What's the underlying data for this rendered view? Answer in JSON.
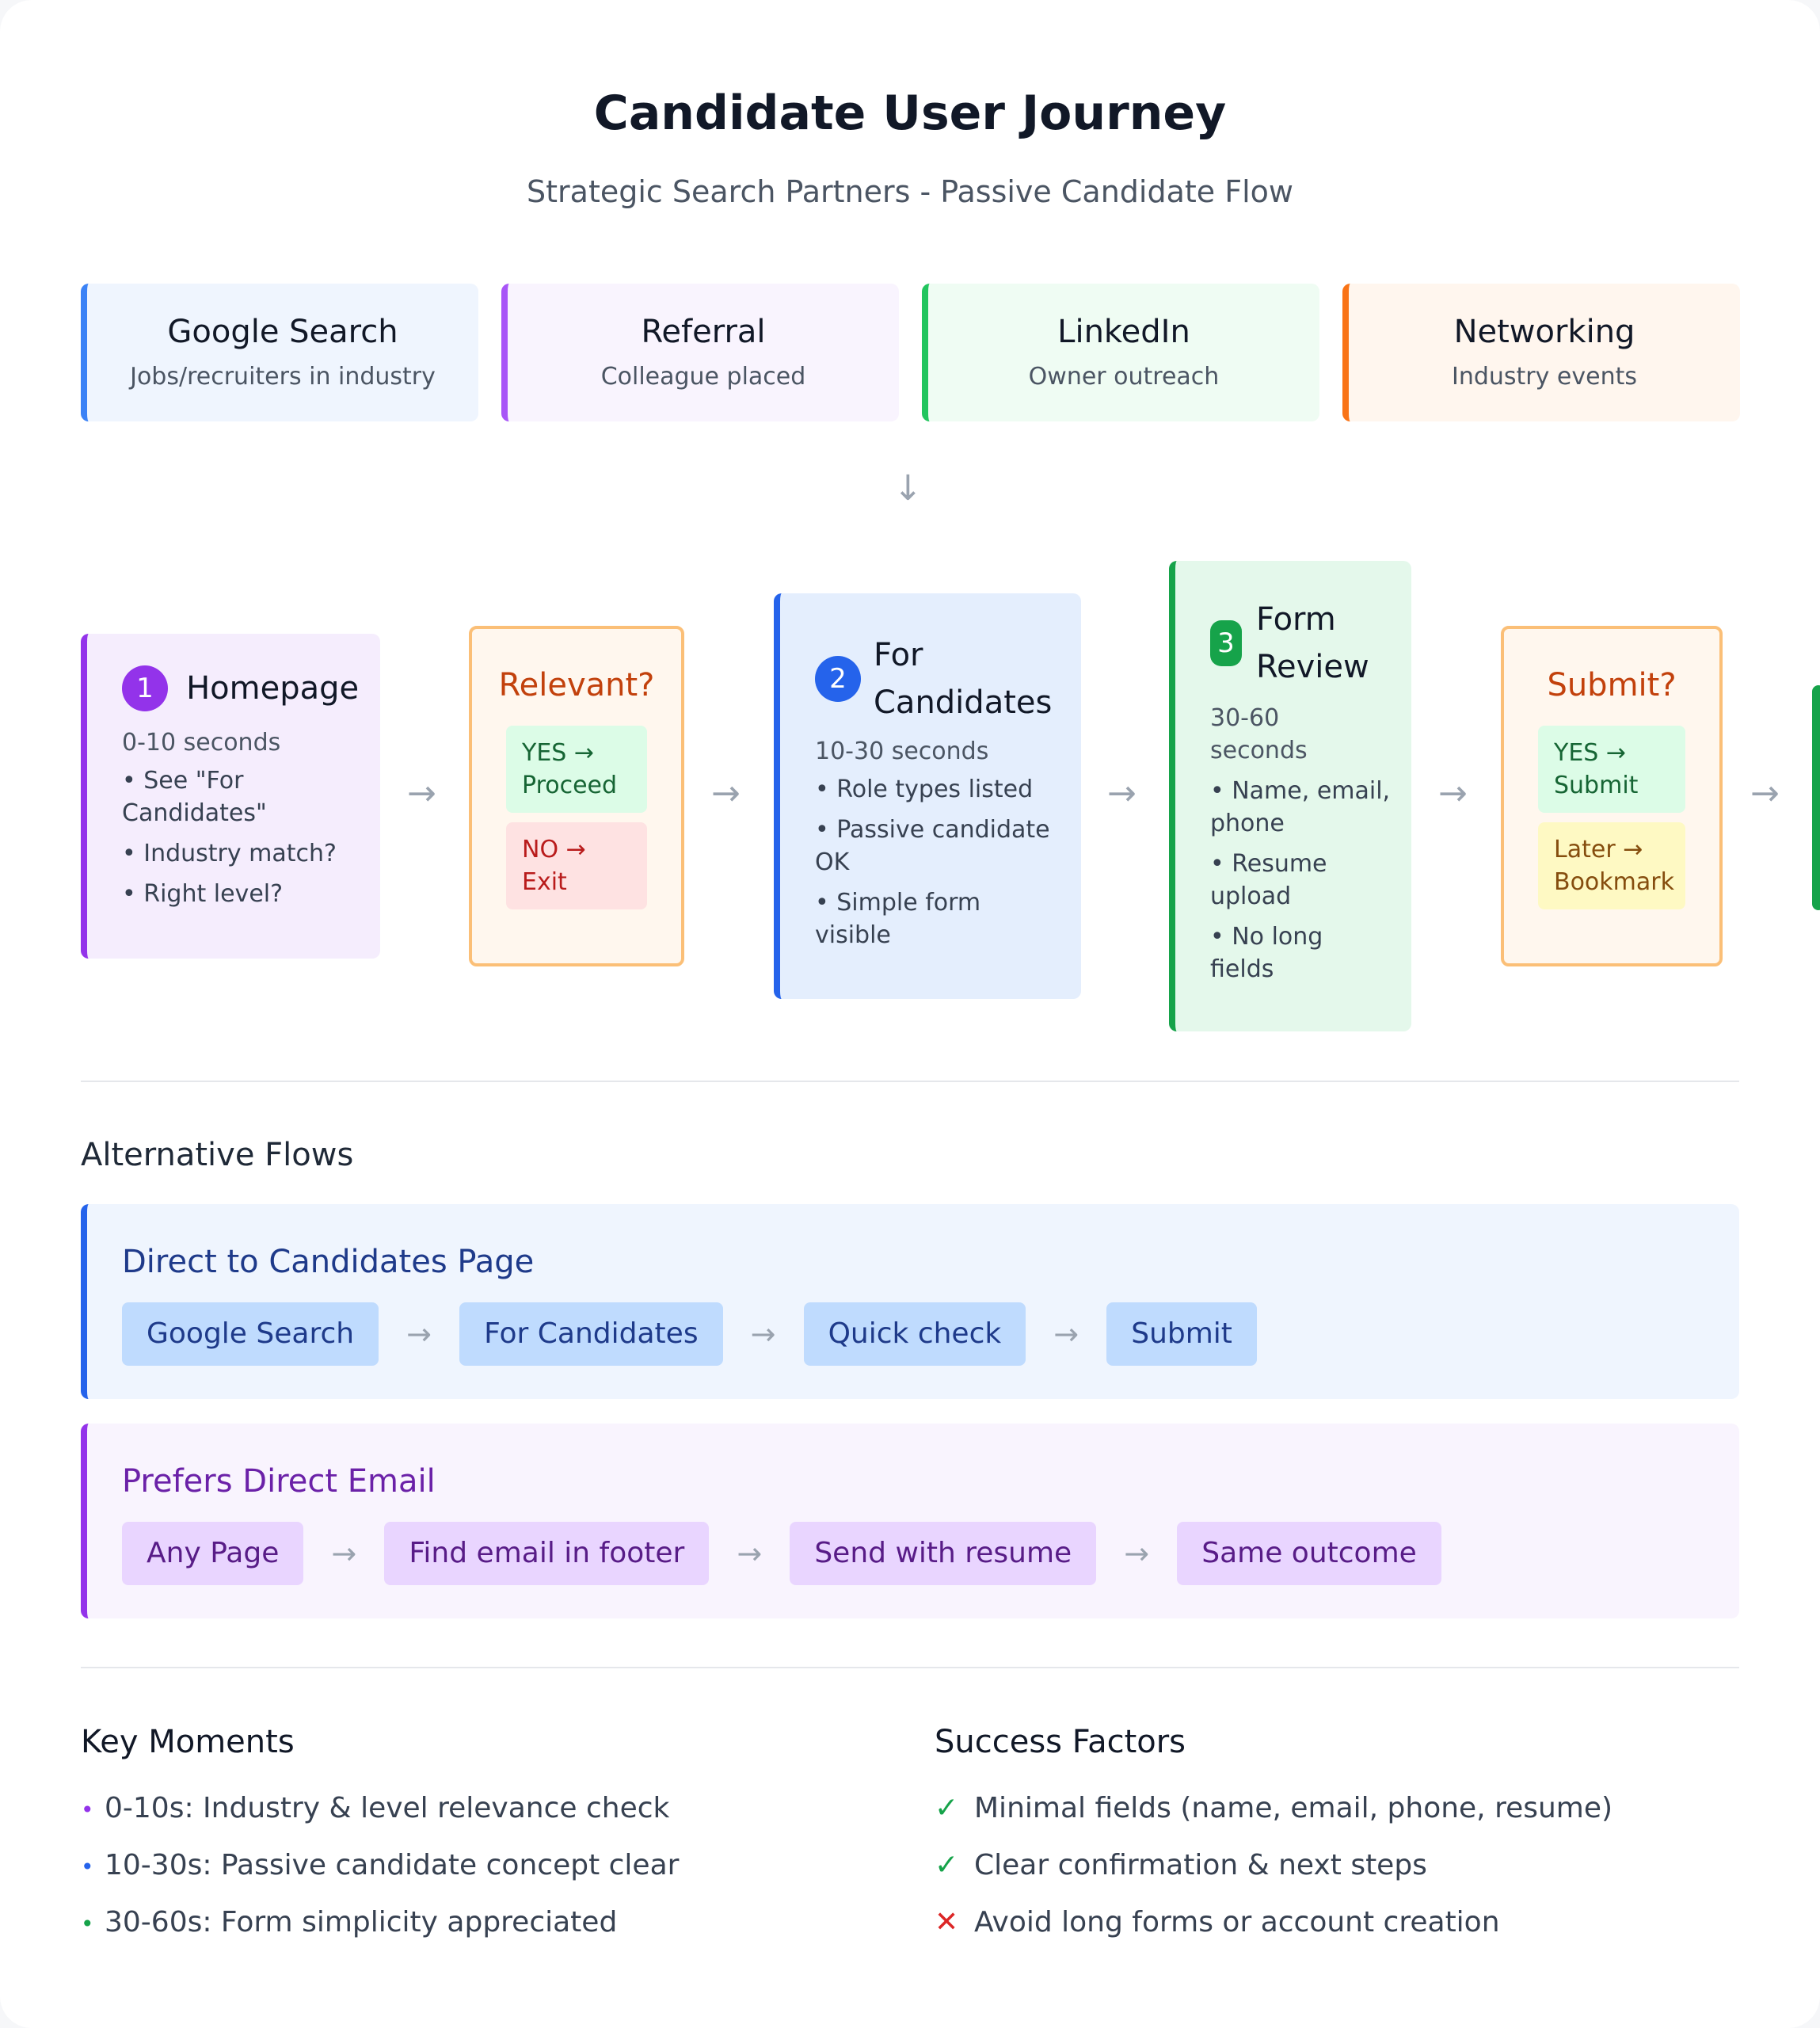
{
  "header": {
    "title": "Candidate User Journey",
    "subtitle": "Strategic Search Partners - Passive Candidate Flow"
  },
  "sources": [
    {
      "title": "Google Search",
      "subtitle": "Jobs/recruiters in industry",
      "color": "#3b82f6"
    },
    {
      "title": "Referral",
      "subtitle": "Colleague placed",
      "color": "#a855f7"
    },
    {
      "title": "LinkedIn",
      "subtitle": "Owner outreach",
      "color": "#22c55e"
    },
    {
      "title": "Networking",
      "subtitle": "Industry events",
      "color": "#f97316"
    }
  ],
  "journey": {
    "step1": {
      "number": "1",
      "title": "Homepage",
      "time": "0-10 seconds",
      "bullets": [
        "See \"For Candidates\"",
        "Industry match?",
        "Right level?"
      ],
      "color": "#9333ea"
    },
    "decision1": {
      "question": "Relevant?",
      "yes": "YES → Proceed",
      "no": "NO → Exit"
    },
    "step2": {
      "number": "2",
      "title": "For Candidates",
      "time": "10-30 seconds",
      "bullets": [
        "Role types listed",
        "Passive candidate OK",
        "Simple form visible"
      ],
      "color": "#2563eb"
    },
    "step3": {
      "number": "3",
      "title": "Form Review",
      "time": "30-60 seconds",
      "bullets": [
        "Name, email, phone",
        "Resume upload",
        "No long fields"
      ],
      "color": "#16a34a"
    },
    "decision2": {
      "question": "Submit?",
      "yes": "YES → Submit",
      "later": "Later → Bookmark"
    }
  },
  "alternative": {
    "title": "Alternative Flows",
    "flows": [
      {
        "title": "Direct to Candidates Page",
        "steps": [
          "Google Search",
          "For Candidates",
          "Quick check",
          "Submit"
        ]
      },
      {
        "title": "Prefers Direct Email",
        "steps": [
          "Any Page",
          "Find email in footer",
          "Send with resume",
          "Same outcome"
        ]
      }
    ]
  },
  "key_moments": {
    "title": "Key Moments",
    "items": [
      {
        "text": "0-10s: Industry & level relevance check",
        "color": "#9333ea"
      },
      {
        "text": "10-30s: Passive candidate concept clear",
        "color": "#2563eb"
      },
      {
        "text": "30-60s: Form simplicity appreciated",
        "color": "#16a34a"
      }
    ]
  },
  "success_factors": {
    "title": "Success Factors",
    "items": [
      {
        "mark": "✓",
        "text": "Minimal fields (name, email, phone, resume)",
        "color": "#16a34a"
      },
      {
        "mark": "✓",
        "text": "Clear confirmation & next steps",
        "color": "#16a34a"
      },
      {
        "mark": "✕",
        "text": "Avoid long forms or account creation",
        "color": "#dc2626"
      }
    ]
  }
}
